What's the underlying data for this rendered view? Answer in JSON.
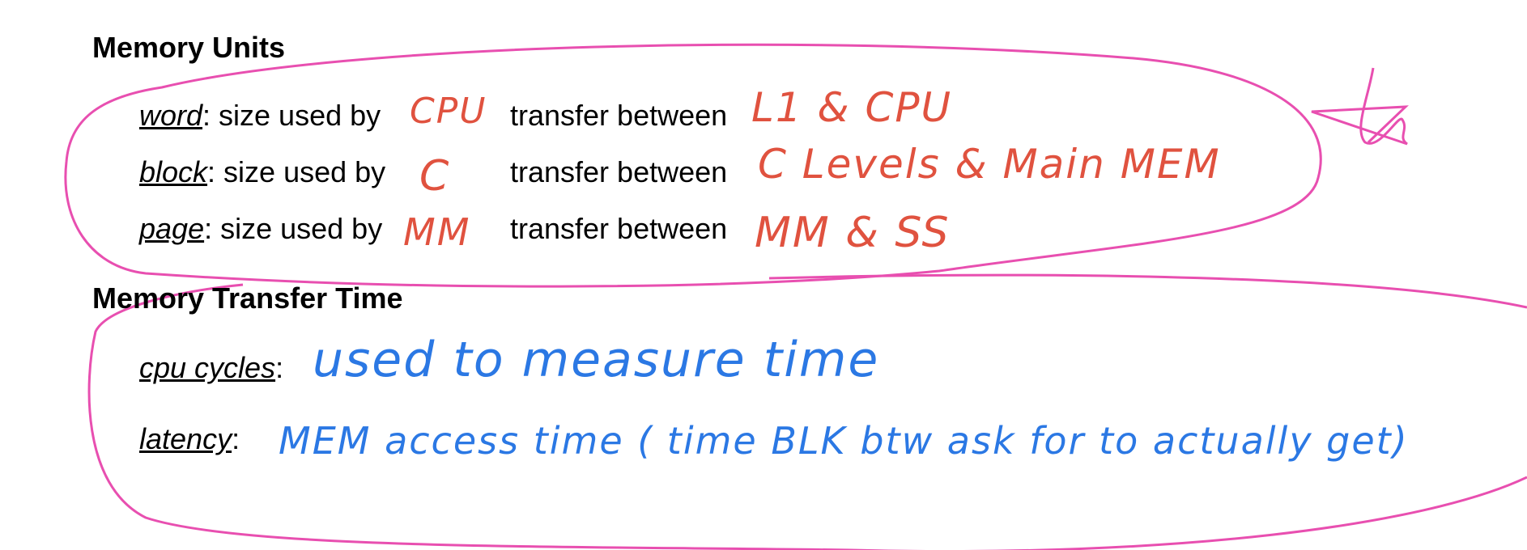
{
  "sections": [
    {
      "heading": "Memory Units",
      "rows": [
        {
          "term": "word",
          "used_by_label": ": size used by",
          "used_by_note": "CPU",
          "transfer_label": "transfer between",
          "transfer_note": "L1 & CPU"
        },
        {
          "term": "block",
          "used_by_label": ": size used by",
          "used_by_note": "C",
          "transfer_label": "transfer between",
          "transfer_note": "C Levels & Main MEM"
        },
        {
          "term": "page",
          "used_by_label": ": size used by",
          "used_by_note": "MM",
          "transfer_label": "transfer between",
          "transfer_note": "MM & SS"
        }
      ]
    },
    {
      "heading": "Memory Transfer Time",
      "rows": [
        {
          "term": "cpu cycles",
          "suffix": ":",
          "note": "used to measure time"
        },
        {
          "term": "latency",
          "suffix": ":",
          "note": "MEM access time ( time BLK btw ask for to actually get)"
        }
      ]
    }
  ],
  "colors": {
    "red_ink": "#e0523f",
    "blue_ink": "#2b78e4",
    "pink_outline": "#e84fb0",
    "text": "#000000"
  },
  "icons": {
    "star": "star-icon"
  }
}
